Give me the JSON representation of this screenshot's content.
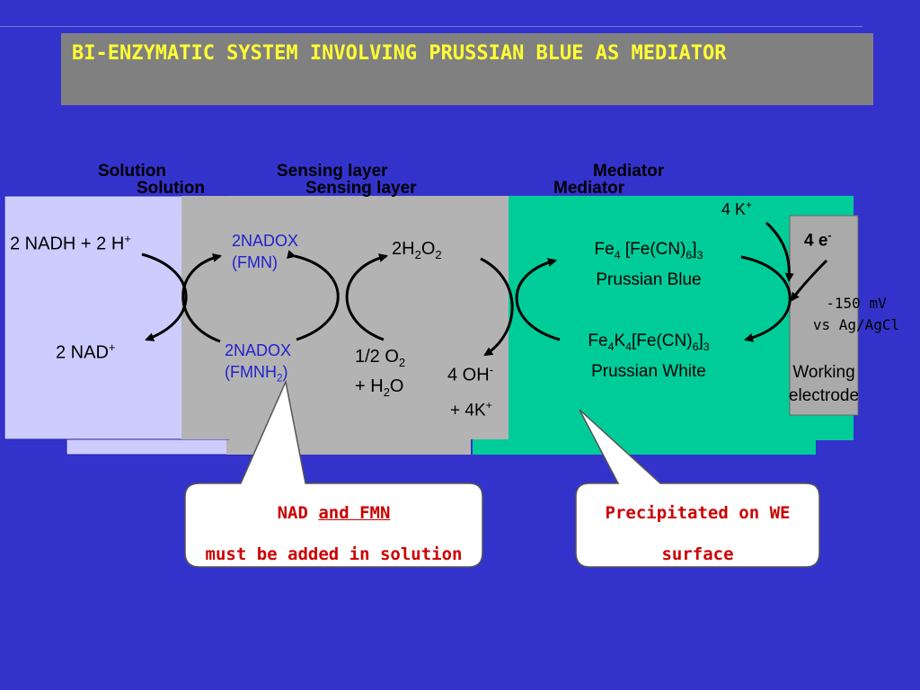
{
  "title": "BI-ENZYMATIC SYSTEM INVOLVING PRUSSIAN BLUE AS MEDIATOR",
  "headers": {
    "solution": "Solution",
    "sensing_layer": "Sensing layer",
    "mediator": "Mediator"
  },
  "species": {
    "nadh": "2 NADH + 2 H",
    "nadh_sup": "+",
    "nad": "2 NAD",
    "nad_sup": "+",
    "nadox1_line1": "2NADOX",
    "nadox1_line2": "(FMN)",
    "nadox2_line1": "2NADOX",
    "nadox2_line2_pre": "(FMNH",
    "nadox2_sub": "2",
    "nadox2_line2_post": ")",
    "h2o2_pre": "2H",
    "h2o2_sub": "2",
    "h2o2_mid": "O",
    "h2o2_sub2": "2",
    "o2_pre": "1/2 O",
    "o2_sub": "2",
    "h2o_pre": "+ H",
    "h2o_sub": "2",
    "h2o_post": "O",
    "oh_text": "4 OH",
    "oh_sup": "-",
    "k_plus_text": "+ 4K",
    "k_plus_sup": "+",
    "pb_formula_a": "Fe",
    "pb_formula_a_sub": "4",
    "pb_formula_b": " [Fe(CN)",
    "pb_formula_b_sub": "6",
    "pb_formula_c": "]",
    "pb_formula_c_sub": "3",
    "pb_name": "Prussian Blue",
    "pw_formula_a": "Fe",
    "pw_formula_a_sub": "4",
    "pw_formula_b": "K",
    "pw_formula_b_sub": "4",
    "pw_formula_c": "[Fe(CN)",
    "pw_formula_c_sub": "6",
    "pw_formula_d": "]",
    "pw_formula_d_sub": "3",
    "pw_name": "Prussian White",
    "k4_text": "4 K",
    "k4_sup": "+",
    "e4_text": "4 e",
    "e4_sup": "-",
    "potential_line1": "-150 mV",
    "potential_line2": "vs Ag/AgCl",
    "we_line1": "Working",
    "we_line2": "electrode"
  },
  "callouts": {
    "left_line1_a": "NAD ",
    "left_line1_b": "and FMN",
    "left_line2": "must be added in solution",
    "right_line1": "Precipitated on WE",
    "right_line2": "surface"
  },
  "colors": {
    "background": "#3333CC",
    "title_box": "#808080",
    "title_text": "#FFFF33",
    "solution_panel": "#CCCCFF",
    "sensing_panel": "#B3B3B3",
    "mediator_panel": "#00CC99",
    "electrode": "#AAAAAA",
    "callout_text": "#CC0000"
  }
}
